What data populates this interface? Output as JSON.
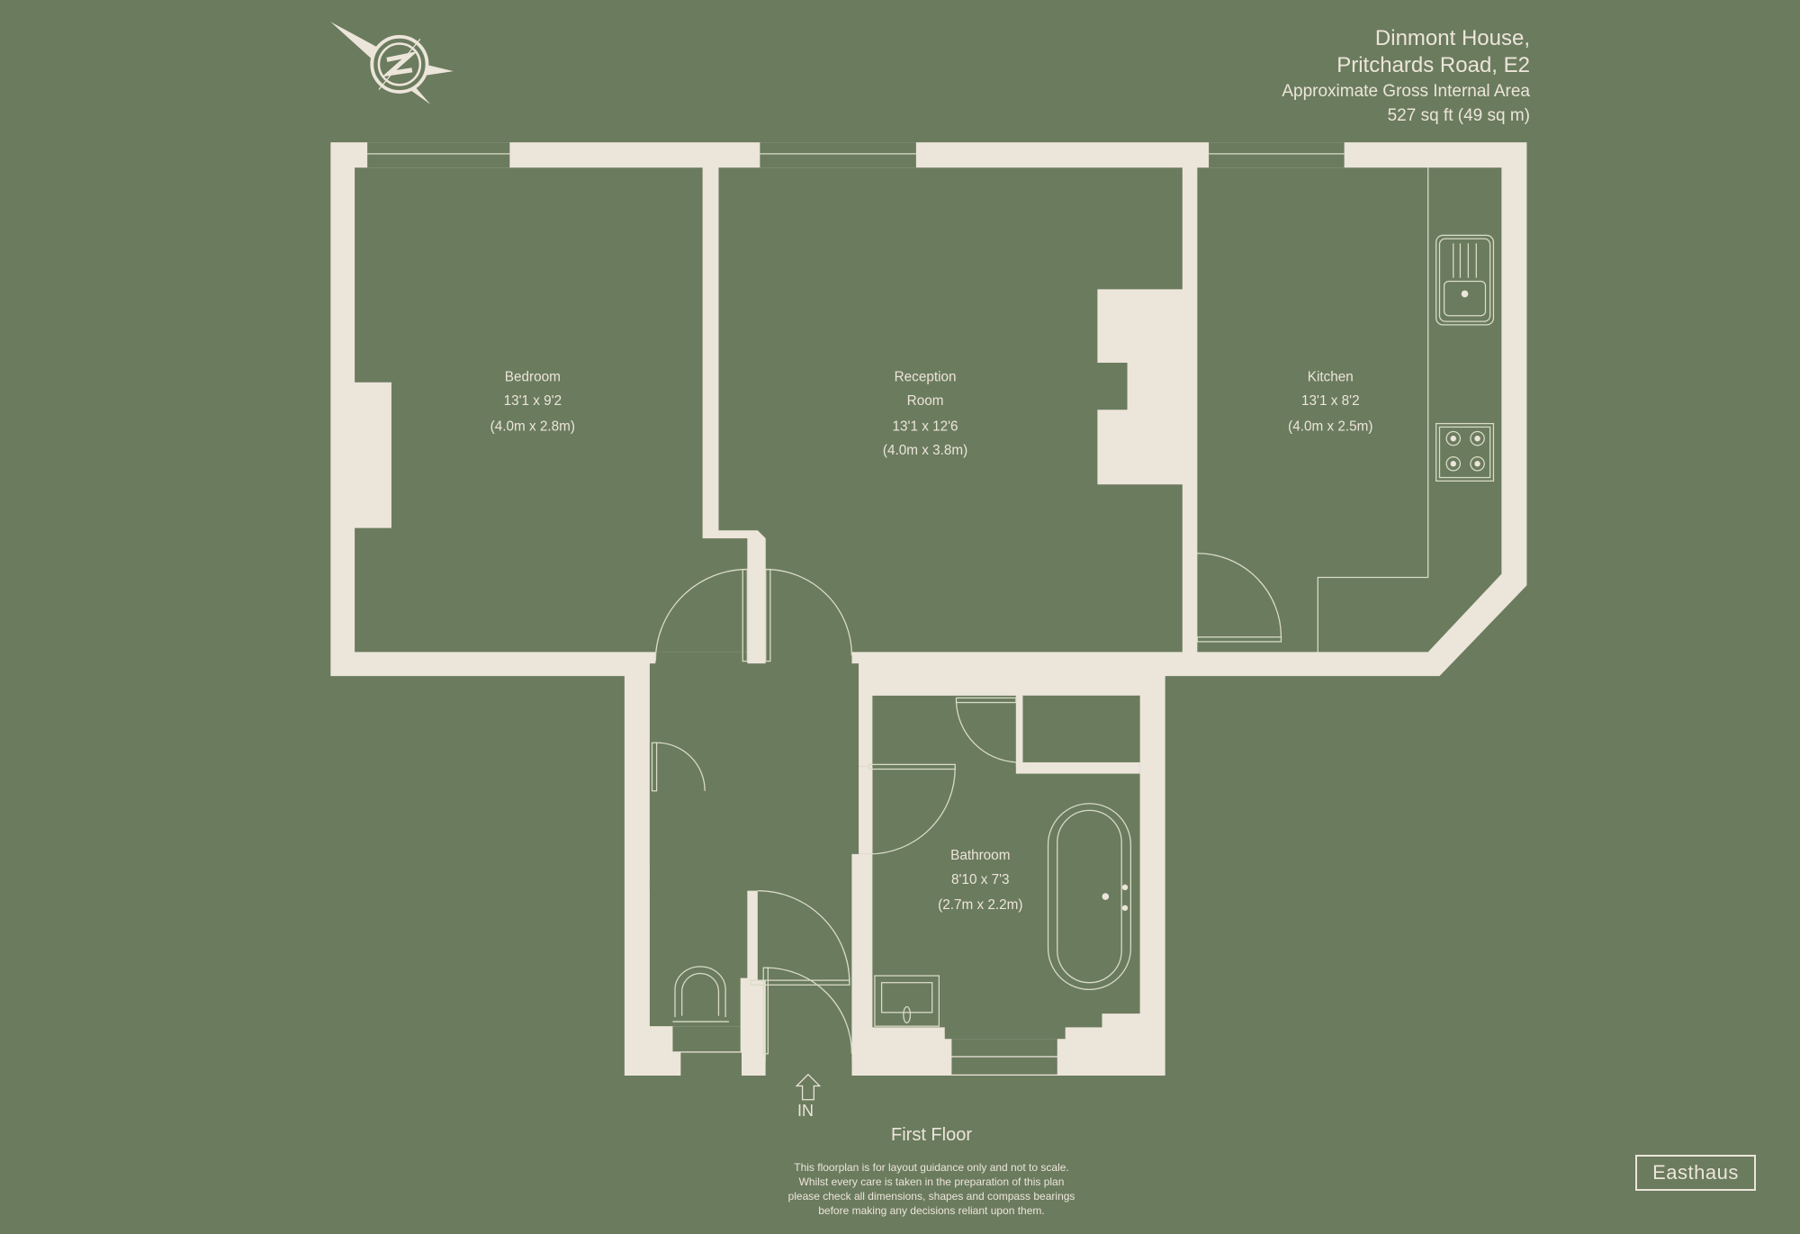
{
  "header": {
    "title_line1": "Dinmont House,",
    "title_line2": "Pritchards Road, E2",
    "area_label": "Approximate Gross Internal Area",
    "area_value": "527 sq ft (49 sq m)"
  },
  "compass": {
    "icon": "compass-north-icon",
    "letter": "N"
  },
  "rooms": [
    {
      "name": "Bedroom",
      "dim_imperial": "13'1 x 9'2",
      "dim_metric": "(4.0m x 2.8m)"
    },
    {
      "name_line1": "Reception",
      "name_line2": "Room",
      "dim_imperial": "13'1 x 12'6",
      "dim_metric": "(4.0m x 3.8m)"
    },
    {
      "name": "Kitchen",
      "dim_imperial": "13'1 x 8'2",
      "dim_metric": "(4.0m x 2.5m)"
    },
    {
      "name": "Bathroom",
      "dim_imperial": "8'10 x 7'3",
      "dim_metric": "(2.7m x 2.2m)"
    }
  ],
  "entrance": {
    "label": "IN",
    "icon": "entrance-arrow-icon"
  },
  "floor_name": "First Floor",
  "disclaimer": [
    "This floorplan is for layout guidance only and not to scale.",
    "Whilst every care is taken in the preparation of this plan",
    "please check all dimensions, shapes and compass bearings",
    "before making any decisions reliant upon them."
  ],
  "brand": "Easthaus",
  "colors": {
    "background": "#6b7b5e",
    "walls": "#ece5da"
  }
}
